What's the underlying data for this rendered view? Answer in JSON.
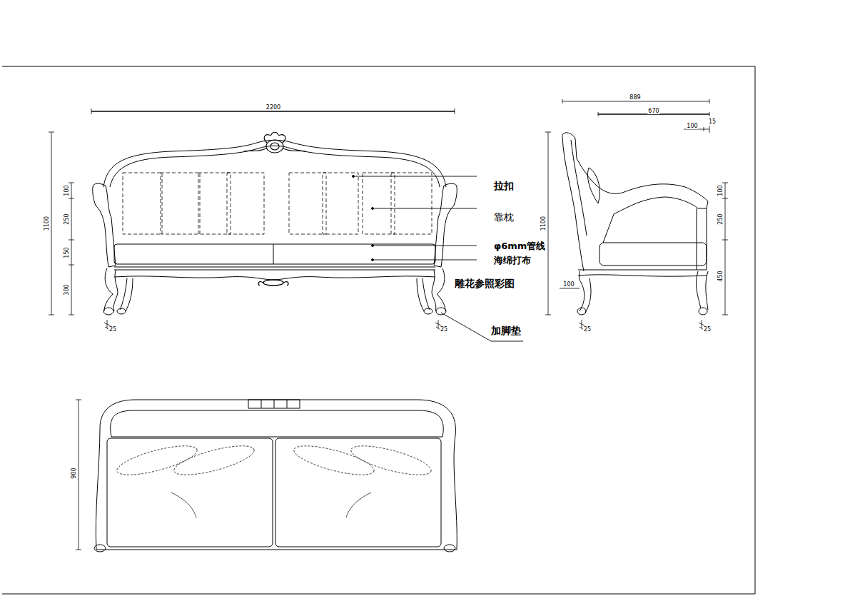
{
  "diagram": {
    "labels": [
      "2200",
      "1100",
      "100",
      "250",
      "150",
      "300",
      "25",
      "25",
      "拉扣",
      "靠枕",
      "φ6mm管线",
      "海绵打布",
      "雕花参照彩图",
      "加脚垫",
      "889",
      "670",
      "100",
      "15",
      "1100",
      "100",
      "250",
      "450",
      "100",
      "25",
      "25",
      "900"
    ]
  }
}
